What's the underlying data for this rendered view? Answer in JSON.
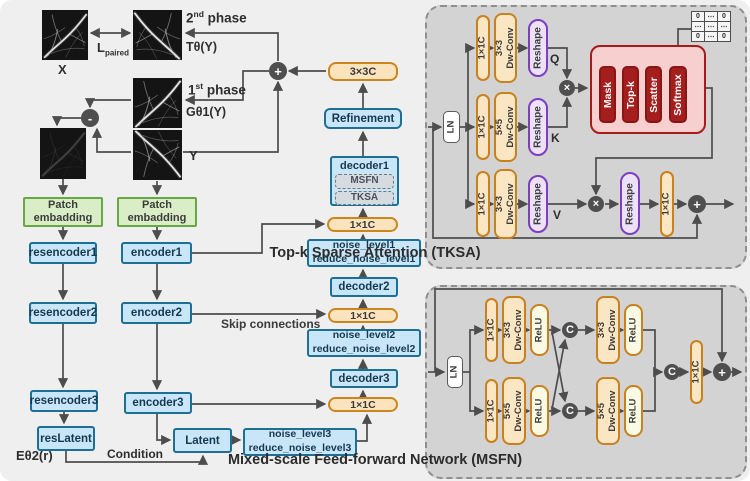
{
  "ops": {
    "add": "+",
    "subtract": "-",
    "multiply": "×",
    "concat": "C"
  },
  "colors": {
    "blue_fill": "#c8e6f8",
    "blue_border": "#1d6f95",
    "orange_fill": "#fbe3bd",
    "orange_border": "#cd851f",
    "green_fill": "#d9eec6",
    "green_border": "#69a744",
    "purple_fill": "#ece1f8",
    "purple_border": "#7b3fc0",
    "red_fill": "#a51e1e",
    "pink_fill": "#f8cfcf",
    "red_border": "#a61c1c",
    "panel_bg": "#d3d3d3",
    "page_bg": "#efeff0",
    "arrow": "#4d4d4d"
  },
  "left": {
    "x_label": "X",
    "y_label": "Y",
    "loss_main": "L",
    "loss_sub": "paired",
    "phase2_num": "2",
    "phase2_sup": "nd",
    "phase2_word": "phase",
    "phase1_num": "1",
    "phase1_sup": "st",
    "phase1_word": "phase",
    "t_label": "Tθ(Y)",
    "g_label": "Gθ1(Y)",
    "e_label": "Eθ2(r̂)",
    "condition": "Condition",
    "skip": "Skip connections",
    "patch_line1": "Patch",
    "patch_line2": "embadding",
    "resencoder1": "resencoder1",
    "resencoder2": "resencoder2",
    "resencoder3": "resencoder3",
    "reslatent": "resLatent",
    "encoder1": "encoder1",
    "encoder2": "encoder2",
    "encoder3": "encoder3",
    "latent": "Latent",
    "conv33": "3×3C",
    "conv11": "1×1C",
    "refinement": "Refinement",
    "decoder1": "decoder1",
    "decoder2": "decoder2",
    "decoder3": "decoder3",
    "msfn_tag": "MSFN",
    "tksa_tag": "TKSA",
    "noise1_l1": "noise_level1",
    "noise1_l2": "reduce_noise_level1",
    "noise2_l1": "noise_level2",
    "noise2_l2": "reduce_noise_level2",
    "noise3_l1": "noise_level3",
    "noise3_l2": "reduce_noise_level3"
  },
  "tksa": {
    "caption": "Top-k Sparse Attention (TKSA)",
    "ln": "LN",
    "conv11": "1×1C",
    "reshape": "Reshape",
    "dw33_l1": "3×3",
    "dw33_l2": "Dw-Conv",
    "dw55_l1": "5×5",
    "dw55_l2": "Dw-Conv",
    "q": "Q",
    "k": "K",
    "v": "V",
    "mask": "Mask",
    "topk": "Top-k",
    "scatter": "Scatter",
    "softmax": "Softmax",
    "matrix_zero": "0",
    "matrix_dots": "⋯"
  },
  "msfn": {
    "caption": "Mixed-scale Feed-forward Network (MSFN)",
    "ln": "LN",
    "conv11": "1×1C",
    "relu": "ReLU",
    "dw33_l1": "3×3",
    "dw33_l2": "Dw-Conv",
    "dw55_l1": "5×5",
    "dw55_l2": "Dw-Conv"
  }
}
